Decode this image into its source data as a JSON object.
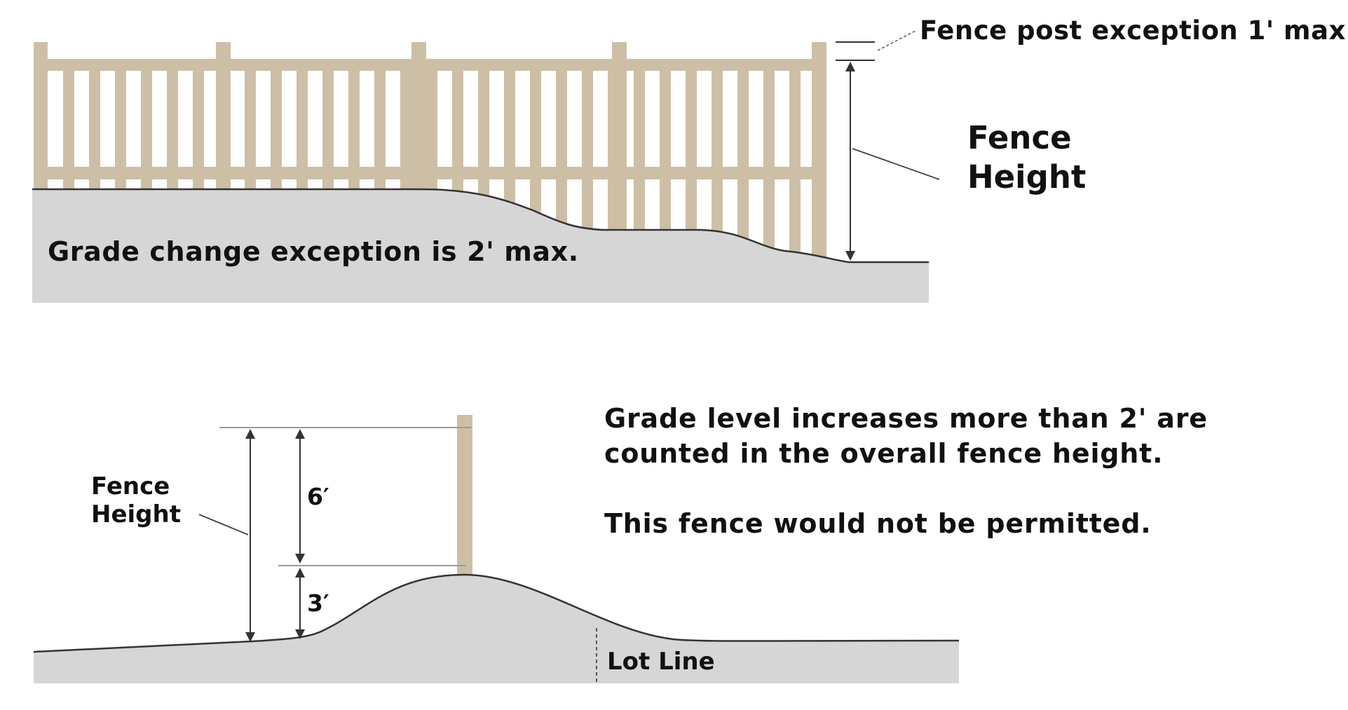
{
  "diagram_top": {
    "post_exception_label": "Fence post exception 1' max.",
    "fence_height_line1": "Fence",
    "fence_height_line2": "Height",
    "grade_change_label": "Grade change exception is 2' max."
  },
  "diagram_bottom": {
    "fence_height_line1": "Fence",
    "fence_height_line2": "Height",
    "dim_upper": "6′",
    "dim_lower": "3′",
    "note_line1": "Grade level increases more than 2' are",
    "note_line2": "counted in the overall fence height.",
    "note_line3": "This fence would not be permitted.",
    "lot_line_label": "Lot Line"
  },
  "colors": {
    "fence": "#cdbfa6",
    "fence_shadow": "#b8a98f",
    "ground": "#d6d6d6",
    "line": "#333333",
    "guide": "#9a9a9a"
  }
}
